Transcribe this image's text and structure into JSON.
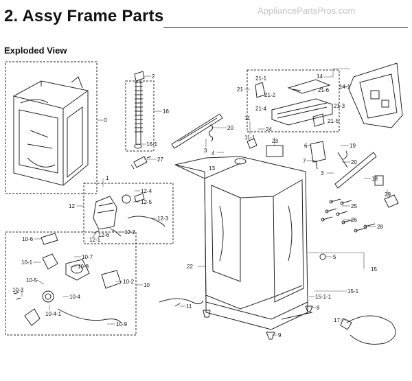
{
  "header": {
    "title": "2.  Assy Frame Parts",
    "watermark": "AppliancePartsPros.com",
    "subtitle": "Exploded View"
  },
  "callouts": [
    "0",
    "2",
    "16",
    "16-1",
    "27",
    "3",
    "4",
    "20",
    "11",
    "11-1",
    "24",
    "23",
    "6",
    "7",
    "19",
    "3",
    "20",
    "13",
    "14",
    "14-1",
    "21",
    "21-1",
    "21-2",
    "21-6",
    "21-3",
    "21-4",
    "21-5",
    "1",
    "12",
    "12-4",
    "12-5",
    "12-3",
    "12-1",
    "12-6",
    "12-2",
    "18",
    "29",
    "25",
    "26",
    "28",
    "10-6",
    "10-7",
    "10-1",
    "10-8",
    "10-5",
    "10-3",
    "10-2",
    "10-4",
    "10-4-1",
    "10-9",
    "10",
    "22",
    "5",
    "15",
    "15-1",
    "15-1-1",
    "8",
    "11",
    "17",
    "9"
  ]
}
